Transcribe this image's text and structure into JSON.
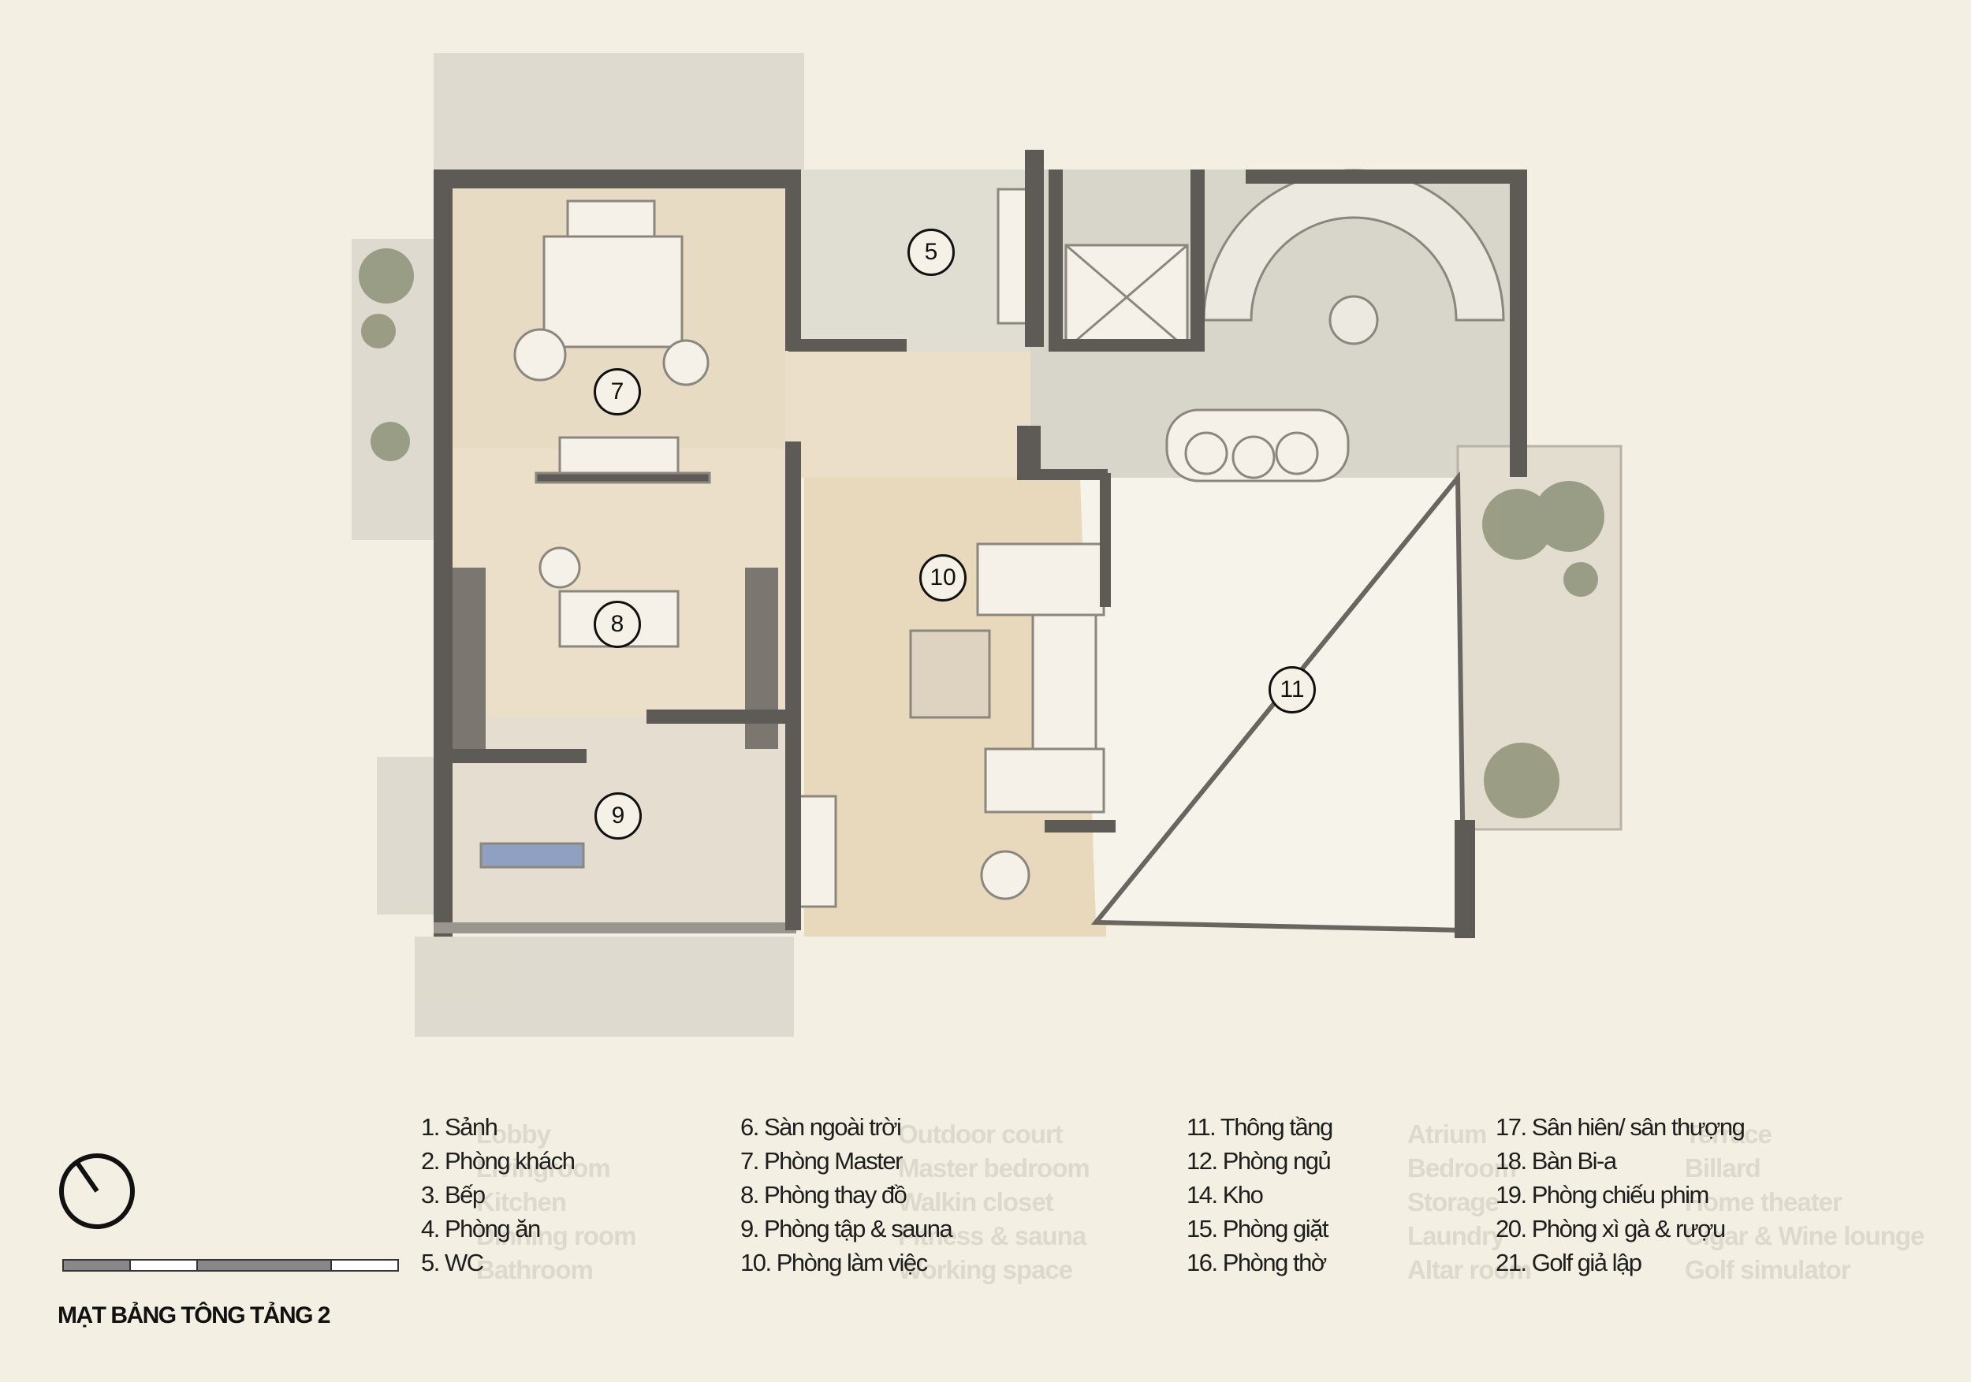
{
  "title": "MẠT BẢNG TÔNG TẢNG 2",
  "room_tags": [
    "5",
    "7",
    "8",
    "9",
    "10",
    "11"
  ],
  "legend": [
    [
      {
        "vi": "1. Sảnh",
        "en": "Lobby"
      },
      {
        "vi": "2. Phòng khách",
        "en": "Livingroom"
      },
      {
        "vi": "3. Bếp",
        "en": "Kitchen"
      },
      {
        "vi": "4. Phòng ăn",
        "en": "Dinning room"
      },
      {
        "vi": "5. WC",
        "en": "Bathroom"
      }
    ],
    [
      {
        "vi": "6. Sàn ngoài trời",
        "en": "Outdoor court"
      },
      {
        "vi": "7. Phòng Master",
        "en": "Master bedroom"
      },
      {
        "vi": "8. Phòng thay đồ",
        "en": "Walkin closet"
      },
      {
        "vi": "9. Phòng tập & sauna",
        "en": "Fitness & sauna"
      },
      {
        "vi": "10. Phòng làm việc",
        "en": "Working space"
      }
    ],
    [
      {
        "vi": "11. Thông tầng",
        "en": "Atrium"
      },
      {
        "vi": "12. Phòng ngủ",
        "en": "Bedroom"
      },
      {
        "vi": "14. Kho",
        "en": "Storage"
      },
      {
        "vi": "15. Phòng giặt",
        "en": "Laundry"
      },
      {
        "vi": "16. Phòng thờ",
        "en": "Altar room"
      }
    ],
    [
      {
        "vi": "17. Sân hiên/ sân thượng",
        "en": "Terrace"
      },
      {
        "vi": "18. Bàn Bi-a",
        "en": "Billard"
      },
      {
        "vi": "19. Phòng chiếu phim",
        "en": "Home theater"
      },
      {
        "vi": "20. Phòng xì gà & rượu",
        "en": "Cigar & Wine lounge"
      },
      {
        "vi": "21. Golf giả lập",
        "en": "Golf simulator"
      }
    ]
  ],
  "colors": {
    "paper": "#f3efe2",
    "wall": "#5e5a55",
    "floor": "#e9dcc6",
    "wash": "#d6d2c6",
    "plant": "#8e9278"
  }
}
